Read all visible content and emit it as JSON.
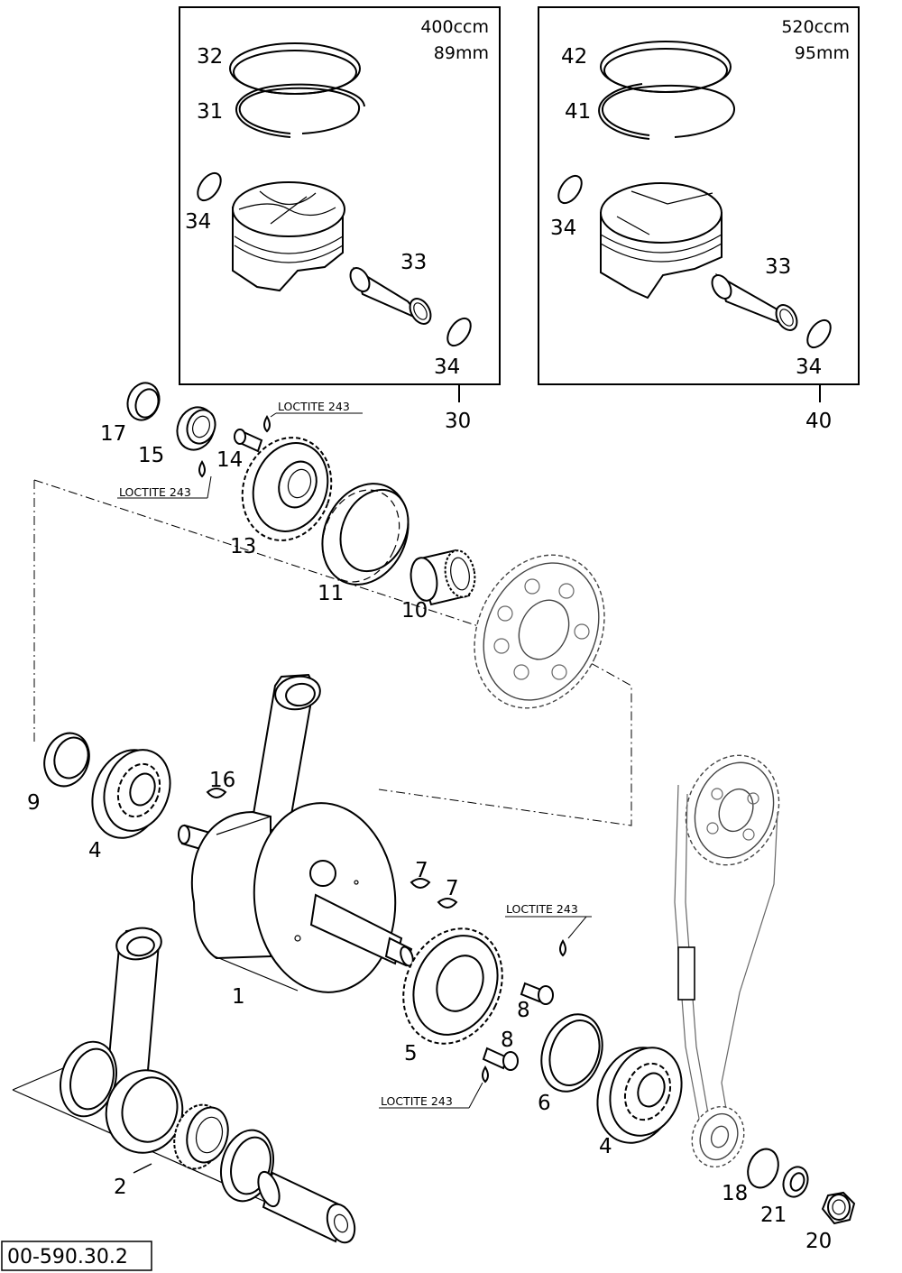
{
  "drawing_code": "00-590.30.2",
  "loctite_label": "LOCTITE 243",
  "groups": [
    {
      "id": "30",
      "spec_line1": "400ccm",
      "spec_line2": "89mm"
    },
    {
      "id": "40",
      "spec_line1": "520ccm",
      "spec_line2": "95mm"
    }
  ],
  "labels": {
    "p1": "1",
    "p2": "2",
    "p4a": "4",
    "p4b": "4",
    "p5": "5",
    "p6": "6",
    "p7a": "7",
    "p7b": "7",
    "p8a": "8",
    "p8b": "8",
    "p9": "9",
    "p10": "10",
    "p11": "11",
    "p13": "13",
    "p14": "14",
    "p15": "15",
    "p16": "16",
    "p17": "17",
    "p18": "18",
    "p20": "20",
    "p21": "21",
    "p30": "30",
    "p31": "31",
    "p32": "32",
    "p33a": "33",
    "p34a": "34",
    "p34b": "34",
    "p40": "40",
    "p41": "41",
    "p42": "42",
    "p33b": "33",
    "p34c": "34",
    "p34d": "34"
  }
}
